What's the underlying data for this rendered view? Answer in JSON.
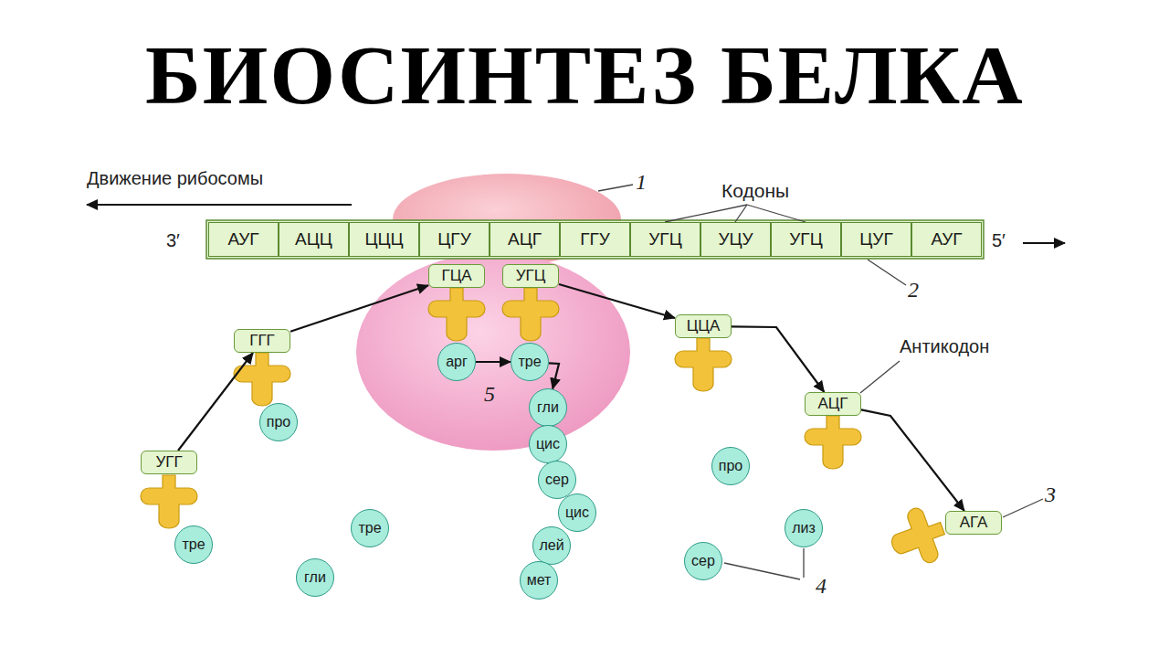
{
  "diagram": {
    "title": "БИОСИНТЕЗ БЕЛКА",
    "nodes": [
      {
        "text": [
          "АУГ"
        ]
      },
      {
        "text": [
          "АЦЦ"
        ]
      },
      {
        "text": [
          "ЦЦЦ"
        ]
      },
      {
        "text": [
          "ЦГУ"
        ]
      },
      {
        "text": [
          "АЦГ"
        ]
      },
      {
        "text": [
          "ГГУ"
        ]
      },
      {
        "text": [
          "УГЦ"
        ]
      },
      {
        "text": [
          "УЦУ"
        ]
      },
      {
        "text": [
          "УГЦ"
        ]
      },
      {
        "text": [
          "ЦУГ"
        ]
      },
      {
        "text": [
          "АУГ"
        ]
      },
      {
        "text": [
          "ГГГ"
        ]
      },
      {
        "text": [
          "про"
        ]
      },
      {
        "text": [
          "УГГ"
        ]
      },
      {
        "text": [
          "тре"
        ]
      },
      {
        "text": [
          "ГЦА"
        ]
      },
      {
        "text": [
          "УГЦ"
        ]
      },
      {
        "text": [
          "арг"
        ]
      },
      {
        "text": [
          "тре"
        ]
      },
      {
        "text": [
          "гли"
        ]
      },
      {
        "text": [
          "цис"
        ]
      },
      {
        "text": [
          "сер"
        ]
      },
      {
        "text": [
          "цис"
        ]
      },
      {
        "text": [
          "лей"
        ]
      },
      {
        "text": [
          "мет"
        ]
      },
      {
        "text": [
          "ЦЦА"
        ]
      },
      {
        "text": [
          "АЦГ"
        ]
      },
      {
        "text": [
          "АГА"
        ]
      },
      {
        "text": [
          "тре"
        ]
      },
      {
        "text": [
          "гли"
        ]
      },
      {
        "text": [
          "про"
        ]
      },
      {
        "text": [
          "лиз"
        ]
      },
      {
        "text": [
          "сер"
        ]
      }
    ],
    "edges": [
      {
        "from": 17,
        "to": 18,
        "arrow": "to"
      },
      {
        "from": 18,
        "to": 19,
        "arrow": "to"
      },
      {
        "from": 13,
        "to": 11,
        "arrow": "to"
      },
      {
        "from": 11,
        "to": 15,
        "arrow": "to"
      },
      {
        "from": 16,
        "to": 25,
        "arrow": "to"
      },
      {
        "from": 25,
        "to": 26,
        "arrow": "to"
      },
      {
        "from": 26,
        "to": 27,
        "arrow": "to"
      }
    ],
    "labels": [
      "Движение рибосомы",
      "1",
      "Кодоны",
      "3′",
      "5′",
      "2",
      "Антикодон",
      "5",
      "3",
      "4"
    ]
  }
}
